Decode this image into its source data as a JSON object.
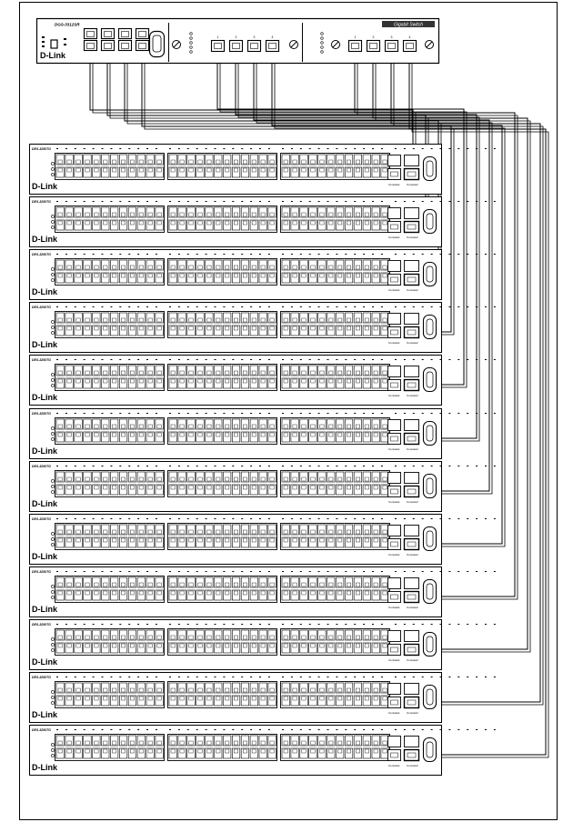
{
  "core_switch": {
    "model": "DGS-3312SR",
    "brand": "D-Link",
    "module_badge": "Gigabit Switch",
    "modules": [
      {
        "ports": [
          "1",
          "2",
          "3",
          "4"
        ]
      },
      {
        "ports": [
          "1",
          "2",
          "3",
          "4"
        ]
      }
    ]
  },
  "edge_switches": [
    {
      "model": "DES-3250TG",
      "brand": "D-Link",
      "port_labels": [
        "Console1",
        "Console2"
      ]
    },
    {
      "model": "DES-3250TG",
      "brand": "D-Link",
      "port_labels": [
        "Console1",
        "Console2"
      ]
    },
    {
      "model": "DES-3250TG",
      "brand": "D-Link",
      "port_labels": [
        "Console1",
        "Console2"
      ]
    },
    {
      "model": "DES-3250TG",
      "brand": "D-Link",
      "port_labels": [
        "Console1",
        "Console2"
      ]
    },
    {
      "model": "DES-3250TG",
      "brand": "D-Link",
      "port_labels": [
        "Console1",
        "Console2"
      ]
    },
    {
      "model": "DES-3250TG",
      "brand": "D-Link",
      "port_labels": [
        "Console1",
        "Console2"
      ]
    },
    {
      "model": "DES-3250TG",
      "brand": "D-Link",
      "port_labels": [
        "Console1",
        "Console2"
      ]
    },
    {
      "model": "DES-3250TG",
      "brand": "D-Link",
      "port_labels": [
        "Console1",
        "Console2"
      ]
    },
    {
      "model": "DES-3250TG",
      "brand": "D-Link",
      "port_labels": [
        "Console1",
        "Console2"
      ]
    },
    {
      "model": "DES-3250TG",
      "brand": "D-Link",
      "port_labels": [
        "Console1",
        "Console2"
      ]
    },
    {
      "model": "DES-3250TG",
      "brand": "D-Link",
      "port_labels": [
        "Console1",
        "Console2"
      ]
    },
    {
      "model": "DES-3250TG",
      "brand": "D-Link",
      "port_labels": [
        "Console1",
        "Console2"
      ]
    }
  ],
  "colors": {
    "line": "#000000",
    "panel": "#ffffff",
    "badge": "#333333"
  }
}
